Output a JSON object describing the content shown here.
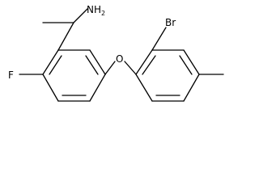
{
  "molecule": {
    "atoms": {
      "amine": {
        "symbol": "NH",
        "subscript": "2"
      },
      "fluorine": {
        "symbol": "F"
      },
      "oxygen": {
        "symbol": "O"
      },
      "bromine": {
        "symbol": "Br"
      }
    }
  },
  "colors": {
    "bond": "#000000",
    "label": "#000000",
    "background": "#ffffff"
  }
}
